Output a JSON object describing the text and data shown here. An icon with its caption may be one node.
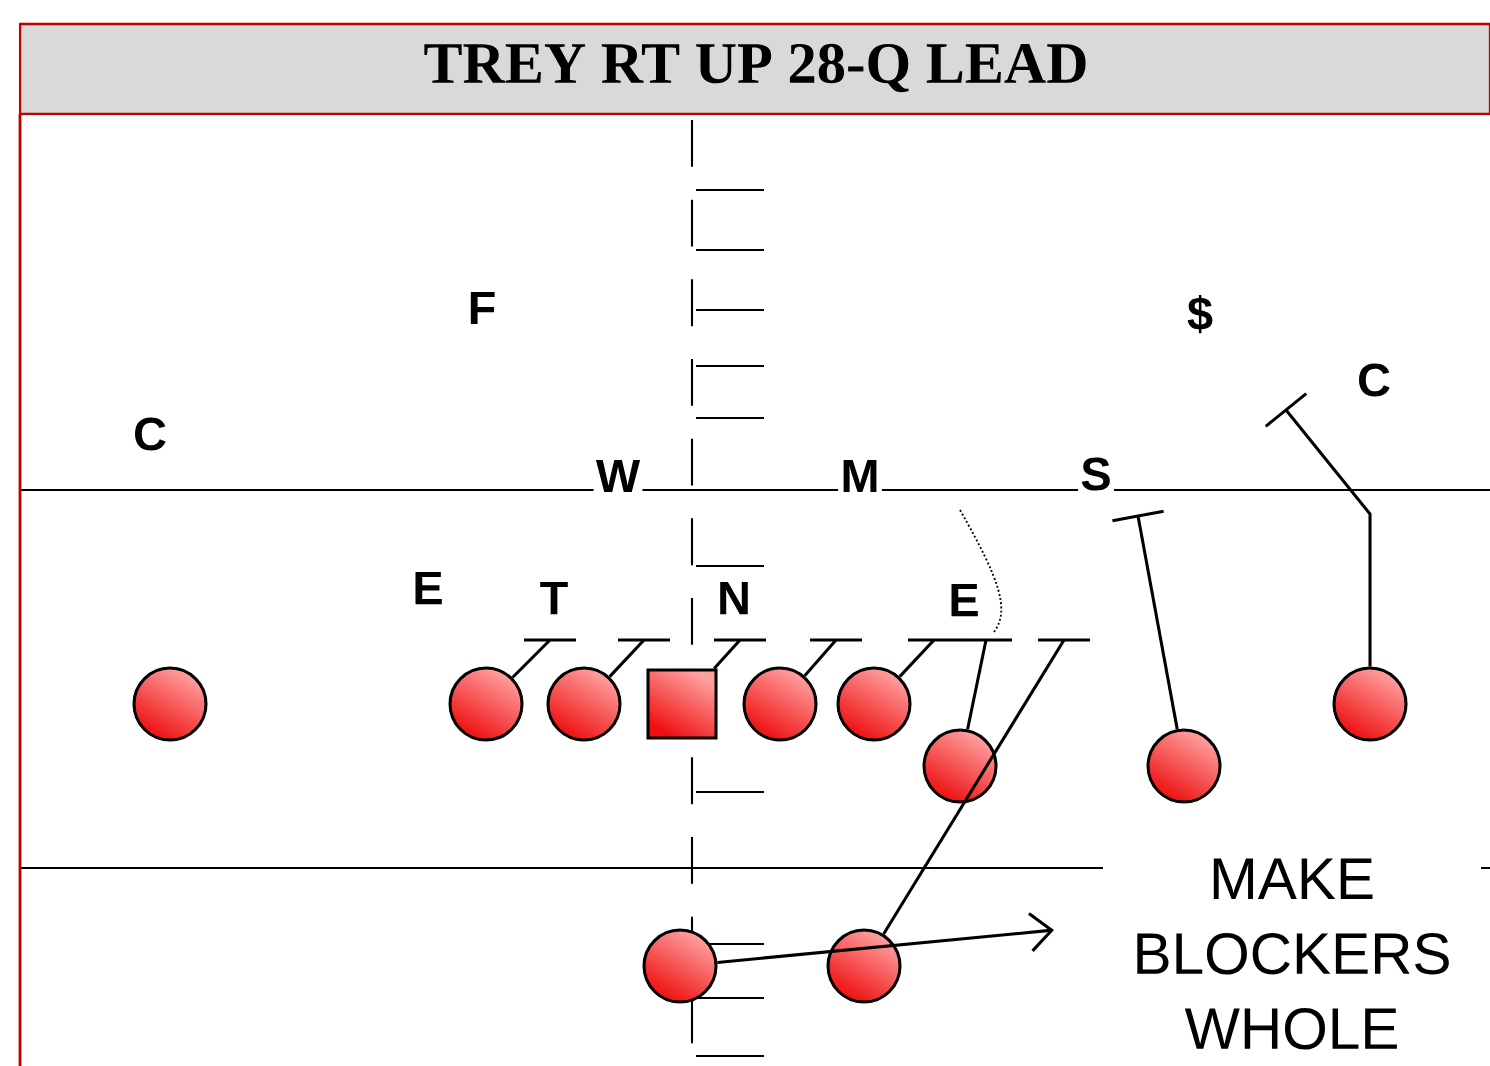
{
  "diagram": {
    "title": "TREY RT UP 28-Q LEAD",
    "nodes": [
      {
        "text": [],
        "shape": "circle"
      },
      {
        "text": [],
        "shape": "circle"
      },
      {
        "text": [],
        "shape": "circle"
      },
      {
        "text": [],
        "shape": "box"
      },
      {
        "text": [],
        "shape": "circle"
      },
      {
        "text": [],
        "shape": "circle"
      },
      {
        "text": [],
        "shape": "circle"
      },
      {
        "text": [],
        "shape": "circle"
      },
      {
        "text": [],
        "shape": "circle"
      },
      {
        "text": [],
        "shape": "circle"
      },
      {
        "text": [],
        "shape": "circle"
      }
    ],
    "edges": [
      {
        "from": 1,
        "to": null,
        "arrow": "none"
      },
      {
        "from": 2,
        "to": null,
        "arrow": "none"
      },
      {
        "from": 3,
        "to": null,
        "arrow": "none"
      },
      {
        "from": 4,
        "to": null,
        "arrow": "none"
      },
      {
        "from": 5,
        "to": null,
        "arrow": "none"
      },
      {
        "from": 6,
        "to": null,
        "arrow": "none"
      },
      {
        "from": 10,
        "to": null,
        "arrow": "none"
      },
      {
        "from": 7,
        "to": null,
        "arrow": "none"
      },
      {
        "from": 8,
        "to": null,
        "arrow": "none"
      },
      {
        "from": 9,
        "to": null,
        "arrow": "to"
      }
    ],
    "labels": [
      "F",
      "$",
      "C",
      "C",
      "W",
      "M",
      "S",
      "E",
      "T",
      "N",
      "E",
      "MAKE BLOCKERS WHOLE"
    ]
  }
}
